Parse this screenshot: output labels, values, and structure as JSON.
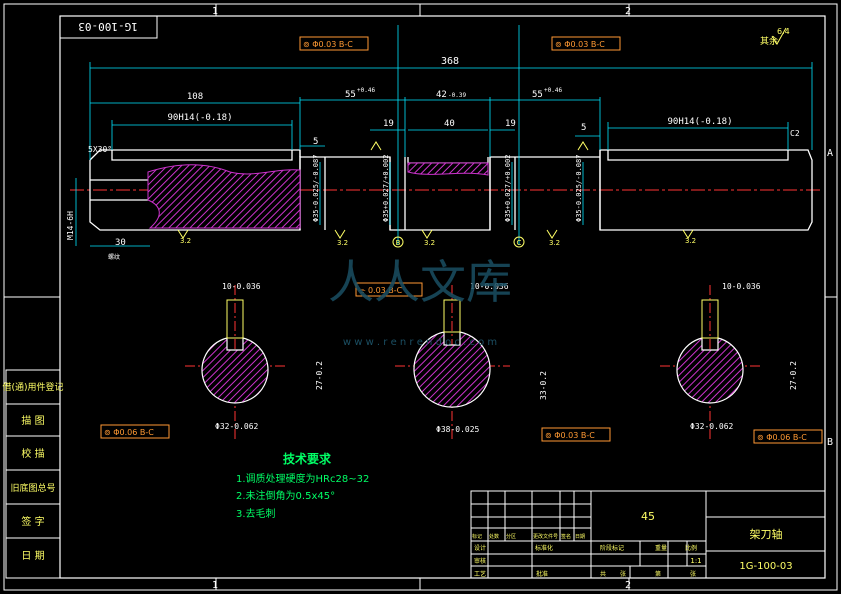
{
  "title_block": {
    "drawing_number_top": "1G-100-03",
    "material": "45",
    "part_name": "架刀轴",
    "drawing_number": "1G-100-03",
    "scale": "1:1",
    "row_labels": [
      "标记",
      "处数",
      "分区",
      "更改文件号",
      "签名",
      "日期"
    ],
    "mid_labels": [
      "设计",
      "标准化",
      "阶段标记",
      "重量",
      "比例"
    ],
    "bottom_labels": [
      "审核",
      "工艺",
      "批准",
      "共",
      "张",
      "第",
      "张"
    ]
  },
  "side_labels": [
    "借(通)用件登记",
    "描 图",
    "校 描",
    "旧底图总号",
    "签 字",
    "日 期"
  ],
  "zone_markers": {
    "top": [
      "1",
      "2"
    ],
    "bottom": [
      "1",
      "2"
    ],
    "right": [
      "A",
      "B"
    ]
  },
  "tech_requirements": {
    "heading": "技术要求",
    "items": [
      "1.调质处理硬度为HRc28~32",
      "2.未注倒角为0.5x45°",
      "3.去毛刺"
    ]
  },
  "roughness_note": {
    "label": "其余",
    "value": "6.4"
  },
  "gdt": [
    {
      "id": "gdt1",
      "text": "⊚ Φ0.03 B-C"
    },
    {
      "id": "gdt2",
      "text": "⊚ Φ0.03 B-C"
    },
    {
      "id": "gdt3",
      "text": "⌯ 0.03 B-C"
    },
    {
      "id": "gdt4",
      "text": "⊚ Φ0.06 B-C"
    },
    {
      "id": "gdt5",
      "text": "⊚ Φ0.03 B-C"
    },
    {
      "id": "gdt6",
      "text": "⊚ Φ0.06 B-C"
    }
  ],
  "dimensions": {
    "overall": "368",
    "left_len": "108",
    "seg55a": "55",
    "seg55a_tol": "+0.46",
    "seg42": "42",
    "seg42_tol": "-0.39",
    "seg55b": "55",
    "seg55b_tol": "+0.46",
    "slot_left": "90H14(-0.18)",
    "slot_right": "90H14(-0.18)",
    "d5a": "5",
    "d19a": "19",
    "d40": "40",
    "d19b": "19",
    "d5b": "5",
    "chamfer_left": "5X30°",
    "chamfer_right": "C2",
    "thread": "M14-6H",
    "d30": "30",
    "small_note": "螺纹",
    "dia1": "Φ35-0.025/-0.087",
    "dia2": "Φ35+0.027/+0.002",
    "dia3": "Φ35+0.027/+0.002",
    "dia4": "Φ35-0.025/-0.087",
    "datum_b": "B",
    "datum_c": "C",
    "rough_32": "3.2"
  },
  "sections": [
    {
      "key": "10-0.036",
      "depth": "27-0.2",
      "dia": "Φ32-0.062"
    },
    {
      "key": "10-0.036",
      "depth": "33-0.2",
      "dia": "Φ38-0.025"
    },
    {
      "key": "10-0.036",
      "depth": "27-0.2",
      "dia": "Φ32-0.062"
    }
  ],
  "watermark": {
    "text": "人人文库",
    "url": "w w w . r e n r e n d o c . c o m"
  }
}
